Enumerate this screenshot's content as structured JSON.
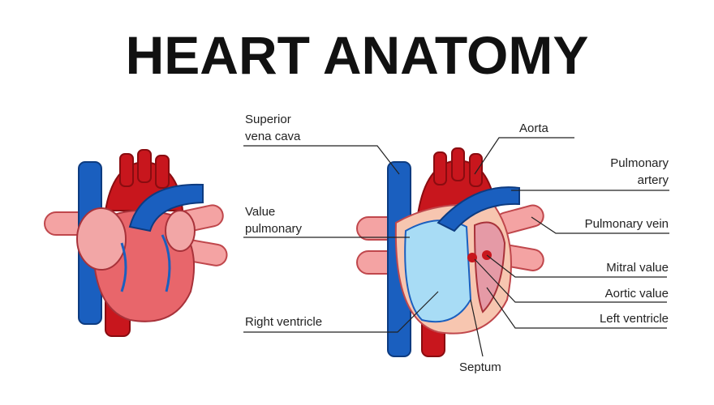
{
  "title": "HEART ANATOMY",
  "labels": {
    "superior_vena_cava_1": "Superior",
    "superior_vena_cava_2": "vena cava",
    "value_pulmonary_1": "Value",
    "value_pulmonary_2": "pulmonary",
    "right_ventricle": "Right ventricle",
    "aorta": "Aorta",
    "pulmonary_artery_1": "Pulmonary",
    "pulmonary_artery_2": "artery",
    "pulmonary_vein": "Pulmonary vein",
    "mitral_value": "Mitral value",
    "aortic_value": "Aortic value",
    "left_ventricle": "Left ventricle",
    "septum": "Septum"
  },
  "colors": {
    "vein_blue": "#1a5fbf",
    "artery_red": "#c8161d",
    "heart_pink": "#e8666b",
    "light_pink": "#f4a3a3",
    "chamber_blue": "#a8dcf5"
  }
}
